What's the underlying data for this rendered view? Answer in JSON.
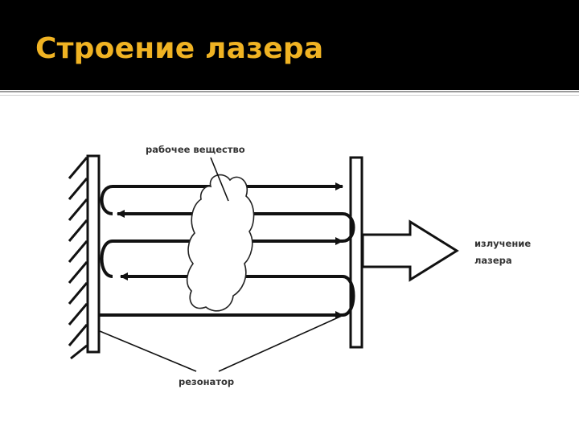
{
  "slide": {
    "title": "Строение лазера",
    "title_color": "#f0b323",
    "background_header": "#000000"
  },
  "diagram": {
    "label_working_medium": "рабочее вещество",
    "label_emission_line1": "излучение",
    "label_emission_line2": "лазера",
    "label_resonator": "резонатор"
  }
}
